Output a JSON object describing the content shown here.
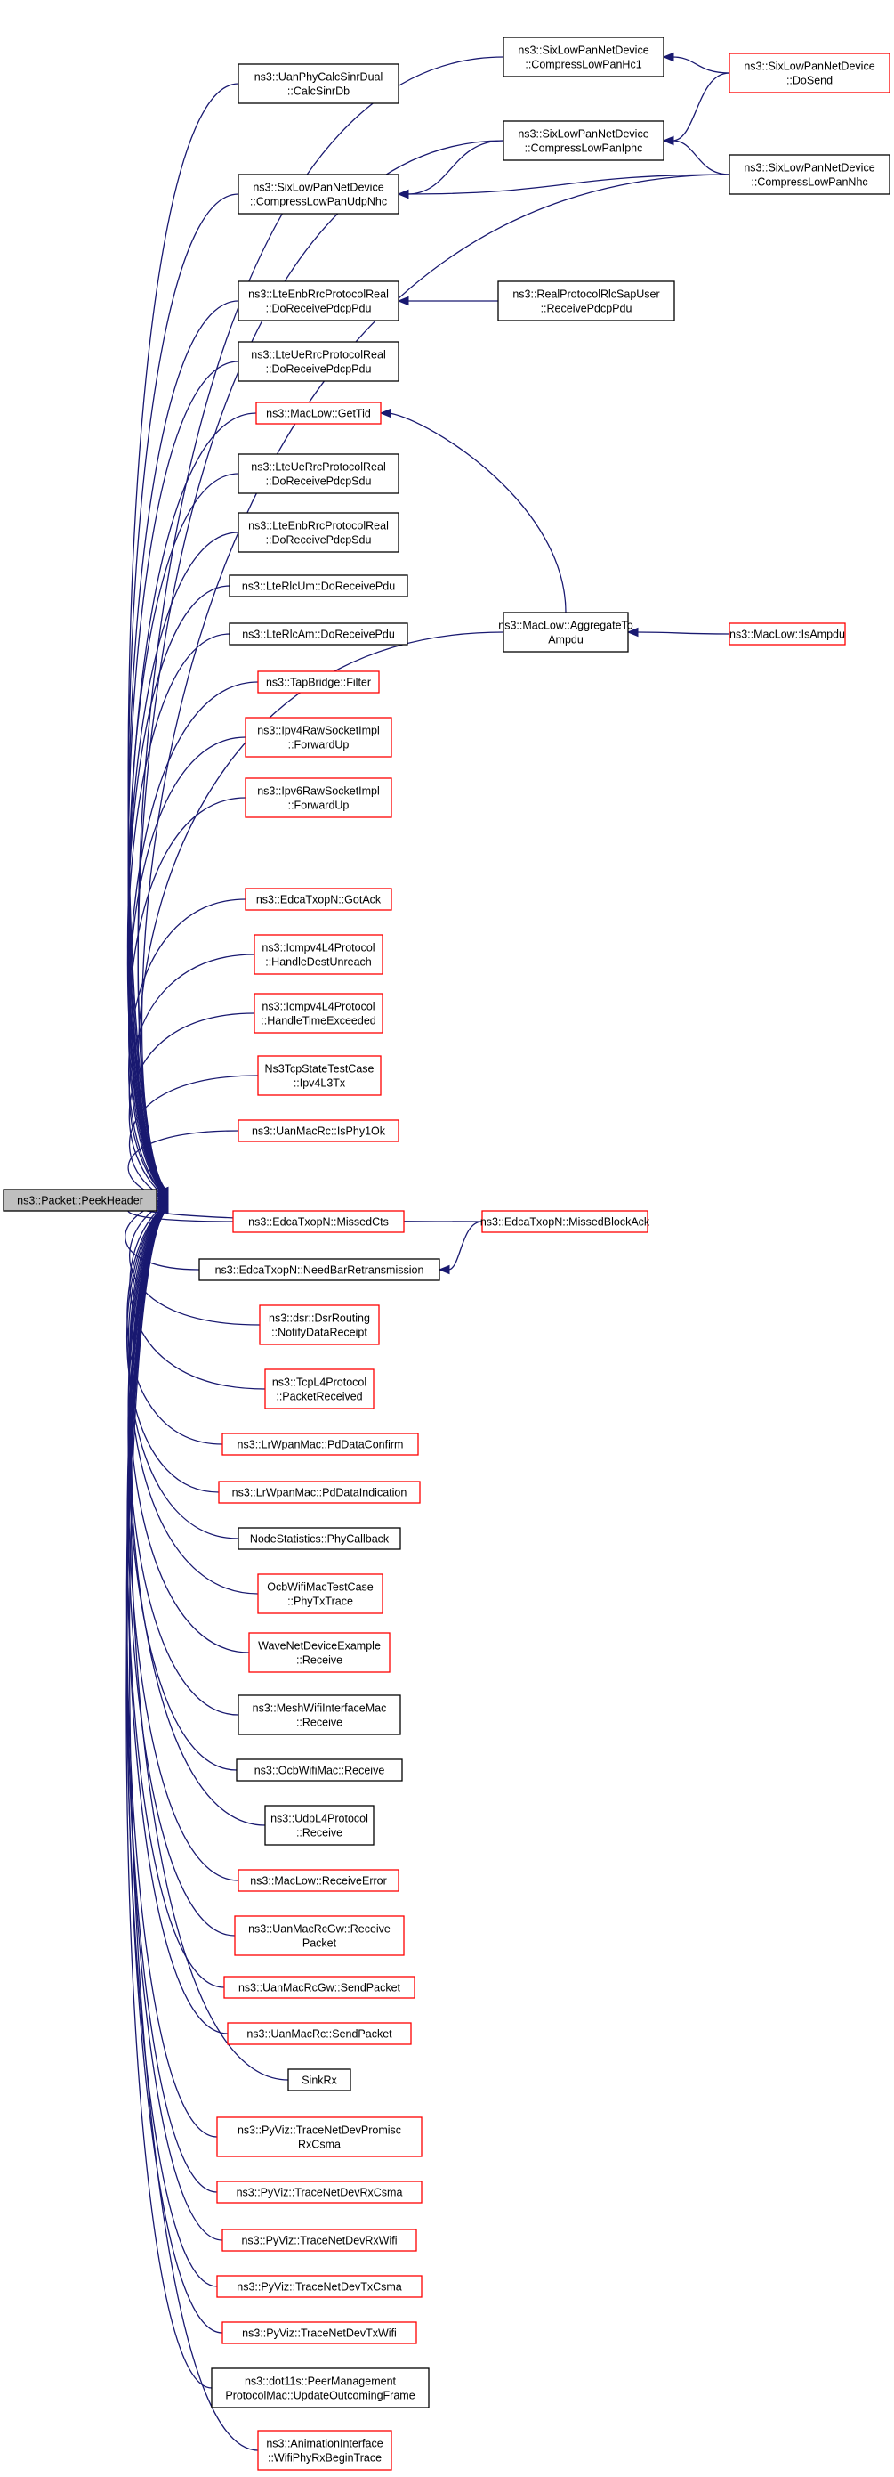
{
  "graph": {
    "root": "ns3::Packet::PeekHeader",
    "colors": {
      "edge": "#191970",
      "red_border": "#ff0000",
      "black_border": "#000000",
      "root_fill": "#bfbfbf"
    },
    "nodes": [
      {
        "id": "n_root",
        "lines": [
          "ns3::Packet::PeekHeader"
        ],
        "border": "root"
      },
      {
        "id": "n_csd",
        "lines": [
          "ns3::UanPhyCalcSinrDual",
          "::CalcSinrDb"
        ],
        "border": "black"
      },
      {
        "id": "n_hc1",
        "lines": [
          "ns3::SixLowPanNetDevice",
          "::CompressLowPanHc1"
        ],
        "border": "black"
      },
      {
        "id": "n_dosend",
        "lines": [
          "ns3::SixLowPanNetDevice",
          "::DoSend"
        ],
        "border": "red"
      },
      {
        "id": "n_iphc",
        "lines": [
          "ns3::SixLowPanNetDevice",
          "::CompressLowPanIphc"
        ],
        "border": "black"
      },
      {
        "id": "n_nhc",
        "lines": [
          "ns3::SixLowPanNetDevice",
          "::CompressLowPanNhc"
        ],
        "border": "black"
      },
      {
        "id": "n_udpnhc",
        "lines": [
          "ns3::SixLowPanNetDevice",
          "::CompressLowPanUdpNhc"
        ],
        "border": "black"
      },
      {
        "id": "n_enbpdcp",
        "lines": [
          "ns3::LteEnbRrcProtocolReal",
          "::DoReceivePdcpPdu"
        ],
        "border": "black"
      },
      {
        "id": "n_realrlc",
        "lines": [
          "ns3::RealProtocolRlcSapUser",
          "::ReceivePdcpPdu"
        ],
        "border": "black"
      },
      {
        "id": "n_uepdcp",
        "lines": [
          "ns3::LteUeRrcProtocolReal",
          "::DoReceivePdcpPdu"
        ],
        "border": "black"
      },
      {
        "id": "n_gettid",
        "lines": [
          "ns3::MacLow::GetTid"
        ],
        "border": "red"
      },
      {
        "id": "n_uesdu",
        "lines": [
          "ns3::LteUeRrcProtocolReal",
          "::DoReceivePdcpSdu"
        ],
        "border": "black"
      },
      {
        "id": "n_enbsdu",
        "lines": [
          "ns3::LteEnbRrcProtocolReal",
          "::DoReceivePdcpSdu"
        ],
        "border": "black"
      },
      {
        "id": "n_um",
        "lines": [
          "ns3::LteRlcUm::DoReceivePdu"
        ],
        "border": "black"
      },
      {
        "id": "n_am",
        "lines": [
          "ns3::LteRlcAm::DoReceivePdu"
        ],
        "border": "black"
      },
      {
        "id": "n_agg",
        "lines": [
          "ns3::MacLow::AggregateTo",
          "Ampdu"
        ],
        "border": "black"
      },
      {
        "id": "n_isampdu",
        "lines": [
          "ns3::MacLow::IsAmpdu"
        ],
        "border": "red"
      },
      {
        "id": "n_tap",
        "lines": [
          "ns3::TapBridge::Filter"
        ],
        "border": "red"
      },
      {
        "id": "n_ipv4raw",
        "lines": [
          "ns3::Ipv4RawSocketImpl",
          "::ForwardUp"
        ],
        "border": "red"
      },
      {
        "id": "n_ipv6raw",
        "lines": [
          "ns3::Ipv6RawSocketImpl",
          "::ForwardUp"
        ],
        "border": "red"
      },
      {
        "id": "n_gotack",
        "lines": [
          "ns3::EdcaTxopN::GotAck"
        ],
        "border": "red"
      },
      {
        "id": "n_icmpdest",
        "lines": [
          "ns3::Icmpv4L4Protocol",
          "::HandleDestUnreach"
        ],
        "border": "red"
      },
      {
        "id": "n_icmptime",
        "lines": [
          "ns3::Icmpv4L4Protocol",
          "::HandleTimeExceeded"
        ],
        "border": "red"
      },
      {
        "id": "n_tcpstate",
        "lines": [
          "Ns3TcpStateTestCase",
          "::Ipv4L3Tx"
        ],
        "border": "red"
      },
      {
        "id": "n_isphy",
        "lines": [
          "ns3::UanMacRc::IsPhy1Ok"
        ],
        "border": "red"
      },
      {
        "id": "n_missedcts",
        "lines": [
          "ns3::EdcaTxopN::MissedCts"
        ],
        "border": "red"
      },
      {
        "id": "n_missedba",
        "lines": [
          "ns3::EdcaTxopN::MissedBlockAck"
        ],
        "border": "red"
      },
      {
        "id": "n_needbar",
        "lines": [
          "ns3::EdcaTxopN::NeedBarRetransmission"
        ],
        "border": "black"
      },
      {
        "id": "n_dsr",
        "lines": [
          "ns3::dsr::DsrRouting",
          "::NotifyDataReceipt"
        ],
        "border": "red"
      },
      {
        "id": "n_tcpl4",
        "lines": [
          "ns3::TcpL4Protocol",
          "::PacketReceived"
        ],
        "border": "red"
      },
      {
        "id": "n_pdconfirm",
        "lines": [
          "ns3::LrWpanMac::PdDataConfirm"
        ],
        "border": "red"
      },
      {
        "id": "n_pdind",
        "lines": [
          "ns3::LrWpanMac::PdDataIndication"
        ],
        "border": "red"
      },
      {
        "id": "n_nodestats",
        "lines": [
          "NodeStatistics::PhyCallback"
        ],
        "border": "black"
      },
      {
        "id": "n_ocbtest",
        "lines": [
          "OcbWifiMacTestCase",
          "::PhyTxTrace"
        ],
        "border": "red"
      },
      {
        "id": "n_wave",
        "lines": [
          "WaveNetDeviceExample",
          "::Receive"
        ],
        "border": "red"
      },
      {
        "id": "n_mesh",
        "lines": [
          "ns3::MeshWifiInterfaceMac",
          "::Receive"
        ],
        "border": "black"
      },
      {
        "id": "n_ocbrecv",
        "lines": [
          "ns3::OcbWifiMac::Receive"
        ],
        "border": "black"
      },
      {
        "id": "n_udpl4",
        "lines": [
          "ns3::UdpL4Protocol",
          "::Receive"
        ],
        "border": "black"
      },
      {
        "id": "n_recverr",
        "lines": [
          "ns3::MacLow::ReceiveError"
        ],
        "border": "red"
      },
      {
        "id": "n_gwrecv",
        "lines": [
          "ns3::UanMacRcGw::Receive",
          "Packet"
        ],
        "border": "red"
      },
      {
        "id": "n_gwsend",
        "lines": [
          "ns3::UanMacRcGw::SendPacket"
        ],
        "border": "red"
      },
      {
        "id": "n_rcsend",
        "lines": [
          "ns3::UanMacRc::SendPacket"
        ],
        "border": "red"
      },
      {
        "id": "n_sink",
        "lines": [
          "SinkRx"
        ],
        "border": "black"
      },
      {
        "id": "n_promisc",
        "lines": [
          "ns3::PyViz::TraceNetDevPromisc",
          "RxCsma"
        ],
        "border": "red"
      },
      {
        "id": "n_rxcsma",
        "lines": [
          "ns3::PyViz::TraceNetDevRxCsma"
        ],
        "border": "red"
      },
      {
        "id": "n_rxwifi",
        "lines": [
          "ns3::PyViz::TraceNetDevRxWifi"
        ],
        "border": "red"
      },
      {
        "id": "n_txcsma",
        "lines": [
          "ns3::PyViz::TraceNetDevTxCsma"
        ],
        "border": "red"
      },
      {
        "id": "n_txwifi",
        "lines": [
          "ns3::PyViz::TraceNetDevTxWifi"
        ],
        "border": "red"
      },
      {
        "id": "n_peer",
        "lines": [
          "ns3::dot11s::PeerManagement",
          "ProtocolMac::UpdateOutcomingFrame"
        ],
        "border": "black"
      },
      {
        "id": "n_anim",
        "lines": [
          "ns3::AnimationInterface",
          "::WifiPhyRxBeginTrace"
        ],
        "border": "red"
      }
    ],
    "edges": [
      {
        "from": "n_csd",
        "to": "n_root"
      },
      {
        "from": "n_hc1",
        "to": "n_root"
      },
      {
        "from": "n_iphc",
        "to": "n_root"
      },
      {
        "from": "n_nhc",
        "to": "n_root"
      },
      {
        "from": "n_udpnhc",
        "to": "n_root"
      },
      {
        "from": "n_enbpdcp",
        "to": "n_root"
      },
      {
        "from": "n_uepdcp",
        "to": "n_root"
      },
      {
        "from": "n_gettid",
        "to": "n_root"
      },
      {
        "from": "n_uesdu",
        "to": "n_root"
      },
      {
        "from": "n_enbsdu",
        "to": "n_root"
      },
      {
        "from": "n_um",
        "to": "n_root"
      },
      {
        "from": "n_am",
        "to": "n_root"
      },
      {
        "from": "n_tap",
        "to": "n_root"
      },
      {
        "from": "n_ipv4raw",
        "to": "n_root"
      },
      {
        "from": "n_ipv6raw",
        "to": "n_root"
      },
      {
        "from": "n_agg",
        "to": "n_root"
      },
      {
        "from": "n_gotack",
        "to": "n_root"
      },
      {
        "from": "n_icmpdest",
        "to": "n_root"
      },
      {
        "from": "n_icmptime",
        "to": "n_root"
      },
      {
        "from": "n_tcpstate",
        "to": "n_root"
      },
      {
        "from": "n_isphy",
        "to": "n_root"
      },
      {
        "from": "n_missedba",
        "to": "n_root"
      },
      {
        "from": "n_missedcts",
        "to": "n_root"
      },
      {
        "from": "n_needbar",
        "to": "n_root"
      },
      {
        "from": "n_dsr",
        "to": "n_root"
      },
      {
        "from": "n_tcpl4",
        "to": "n_root"
      },
      {
        "from": "n_pdconfirm",
        "to": "n_root"
      },
      {
        "from": "n_pdind",
        "to": "n_root"
      },
      {
        "from": "n_nodestats",
        "to": "n_root"
      },
      {
        "from": "n_ocbtest",
        "to": "n_root"
      },
      {
        "from": "n_wave",
        "to": "n_root"
      },
      {
        "from": "n_mesh",
        "to": "n_root"
      },
      {
        "from": "n_ocbrecv",
        "to": "n_root"
      },
      {
        "from": "n_udpl4",
        "to": "n_root"
      },
      {
        "from": "n_recverr",
        "to": "n_root"
      },
      {
        "from": "n_gwrecv",
        "to": "n_root"
      },
      {
        "from": "n_gwsend",
        "to": "n_root"
      },
      {
        "from": "n_rcsend",
        "to": "n_root"
      },
      {
        "from": "n_sink",
        "to": "n_root"
      },
      {
        "from": "n_promisc",
        "to": "n_root"
      },
      {
        "from": "n_rxcsma",
        "to": "n_root"
      },
      {
        "from": "n_rxwifi",
        "to": "n_root"
      },
      {
        "from": "n_txcsma",
        "to": "n_root"
      },
      {
        "from": "n_txwifi",
        "to": "n_root"
      },
      {
        "from": "n_peer",
        "to": "n_root"
      },
      {
        "from": "n_anim",
        "to": "n_root"
      },
      {
        "from": "n_dosend",
        "to": "n_hc1"
      },
      {
        "from": "n_dosend",
        "to": "n_iphc"
      },
      {
        "from": "n_nhc",
        "to": "n_iphc"
      },
      {
        "from": "n_iphc",
        "to": "n_udpnhc"
      },
      {
        "from": "n_nhc",
        "to": "n_udpnhc"
      },
      {
        "from": "n_realrlc",
        "to": "n_enbpdcp"
      },
      {
        "from": "n_agg",
        "to": "n_gettid"
      },
      {
        "from": "n_isampdu",
        "to": "n_agg"
      },
      {
        "from": "n_missedba",
        "to": "n_needbar"
      }
    ]
  }
}
